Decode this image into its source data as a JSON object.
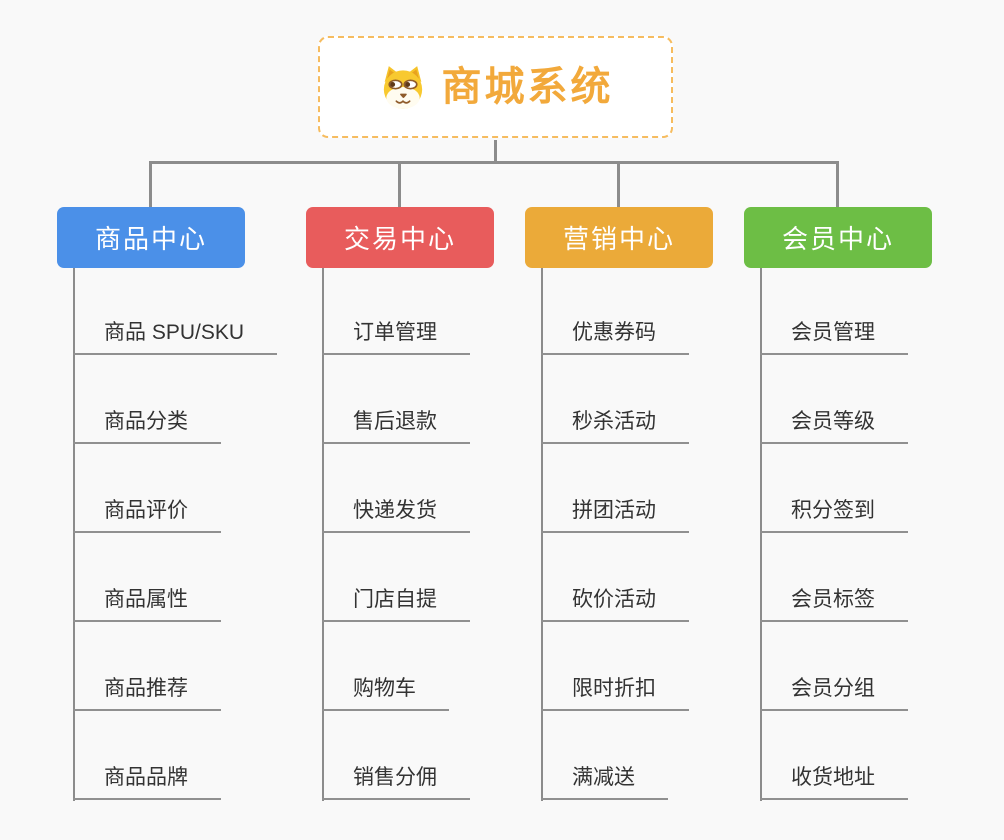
{
  "canvas": {
    "background": "#F9F9F9",
    "connector_color": "#8C8C8C",
    "leaf_underline_color": "#909090"
  },
  "root": {
    "title": "商城系统",
    "icon": "shiba-dog-icon",
    "text_color": "#F2A93B",
    "border_color": "#F6BC5F"
  },
  "branches": [
    {
      "label": "商品中心",
      "color": "#4B90E8",
      "children": [
        "商品 SPU/SKU",
        "商品分类",
        "商品评价",
        "商品属性",
        "商品推荐",
        "商品品牌"
      ]
    },
    {
      "label": "交易中心",
      "color": "#E85C5C",
      "children": [
        "订单管理",
        "售后退款",
        "快递发货",
        "门店自提",
        "购物车",
        "销售分佣"
      ]
    },
    {
      "label": "营销中心",
      "color": "#EBAA39",
      "children": [
        "优惠券码",
        "秒杀活动",
        "拼团活动",
        "砍价活动",
        "限时折扣",
        "满减送"
      ]
    },
    {
      "label": "会员中心",
      "color": "#6DBE45",
      "children": [
        "会员管理",
        "会员等级",
        "积分签到",
        "会员标签",
        "会员分组",
        "收货地址"
      ]
    }
  ]
}
